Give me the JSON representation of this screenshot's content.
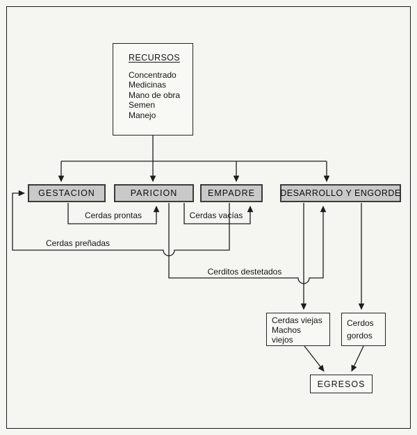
{
  "diagram": {
    "resources_box": {
      "title": "RECURSOS",
      "items": [
        "Concentrado",
        "Medicinas",
        "Mano de obra",
        "Semen",
        "Manejo"
      ]
    },
    "stages": [
      {
        "label": "GESTACION"
      },
      {
        "label": "PARICION"
      },
      {
        "label": "EMPADRE"
      },
      {
        "label": "DESARROLLO Y ENGORDE"
      }
    ],
    "flow_labels": {
      "cerdas_prontas": "Cerdas prontas",
      "cerdas_vacias": "Cerdas vacías",
      "cerdas_prenadas": "Cerdas preñadas",
      "cerditos_destetados": "Cerditos destetados"
    },
    "output_boxes": {
      "culls": {
        "line1": "Cerdas viejas",
        "line2": "Machos viejos"
      },
      "fat_pigs": {
        "line1": "Cerdos",
        "line2": "gordos"
      }
    },
    "egresos_box": {
      "label": "EGRESOS"
    }
  },
  "colors": {
    "background": "#f5f5f1",
    "stage_fill": "#c9c9c9",
    "line": "#1d1d1d"
  }
}
